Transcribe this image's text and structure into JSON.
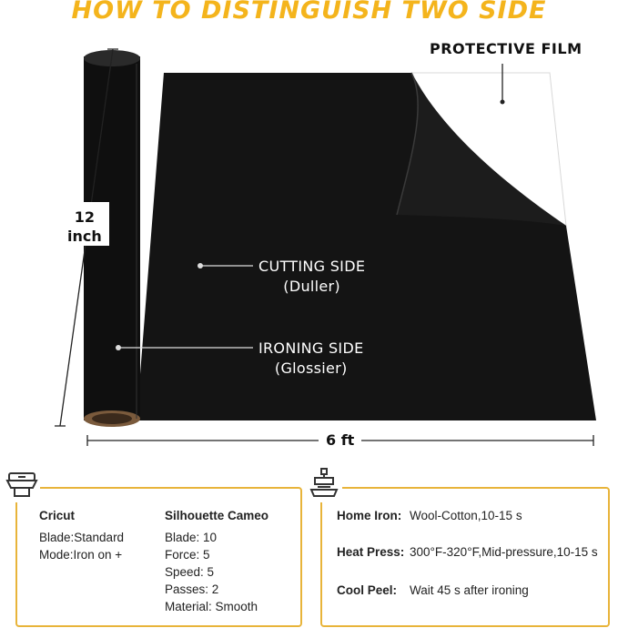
{
  "title": "HOW TO DISTINGUISH TWO SIDE",
  "labels": {
    "protective_film": "PROTECTIVE FILM",
    "height_value": "12",
    "height_unit": "inch",
    "width": "6 ft",
    "cutting_side": "CUTTING SIDE",
    "cutting_side_note": "(Duller)",
    "ironing_side": "IRONING SIDE",
    "ironing_side_note": "(Glossier)"
  },
  "cricut": {
    "heading": "Cricut",
    "lines": [
      "Blade:Standard",
      "Mode:Iron on +"
    ]
  },
  "silhouette": {
    "heading": "Silhouette Cameo",
    "lines": [
      "Blade: 10",
      "Force: 5",
      "Speed: 5",
      "Passes: 2",
      "Material: Smooth"
    ]
  },
  "heat": [
    {
      "label": "Home Iron:",
      "value": "Wool-Cotton,10-15 s"
    },
    {
      "label": "Heat Press:",
      "value": "300°F-320°F,Mid-pressure,10-15 s"
    },
    {
      "label": "Cool Peel:",
      "value": "Wait 45 s after ironing"
    }
  ],
  "colors": {
    "accent": "#f4b41c",
    "border": "#e8b43a",
    "vinyl": "#141414",
    "film": "#ffffff"
  },
  "icons": {
    "left": "cutting-machine-icon",
    "right": "heat-press-icon"
  }
}
